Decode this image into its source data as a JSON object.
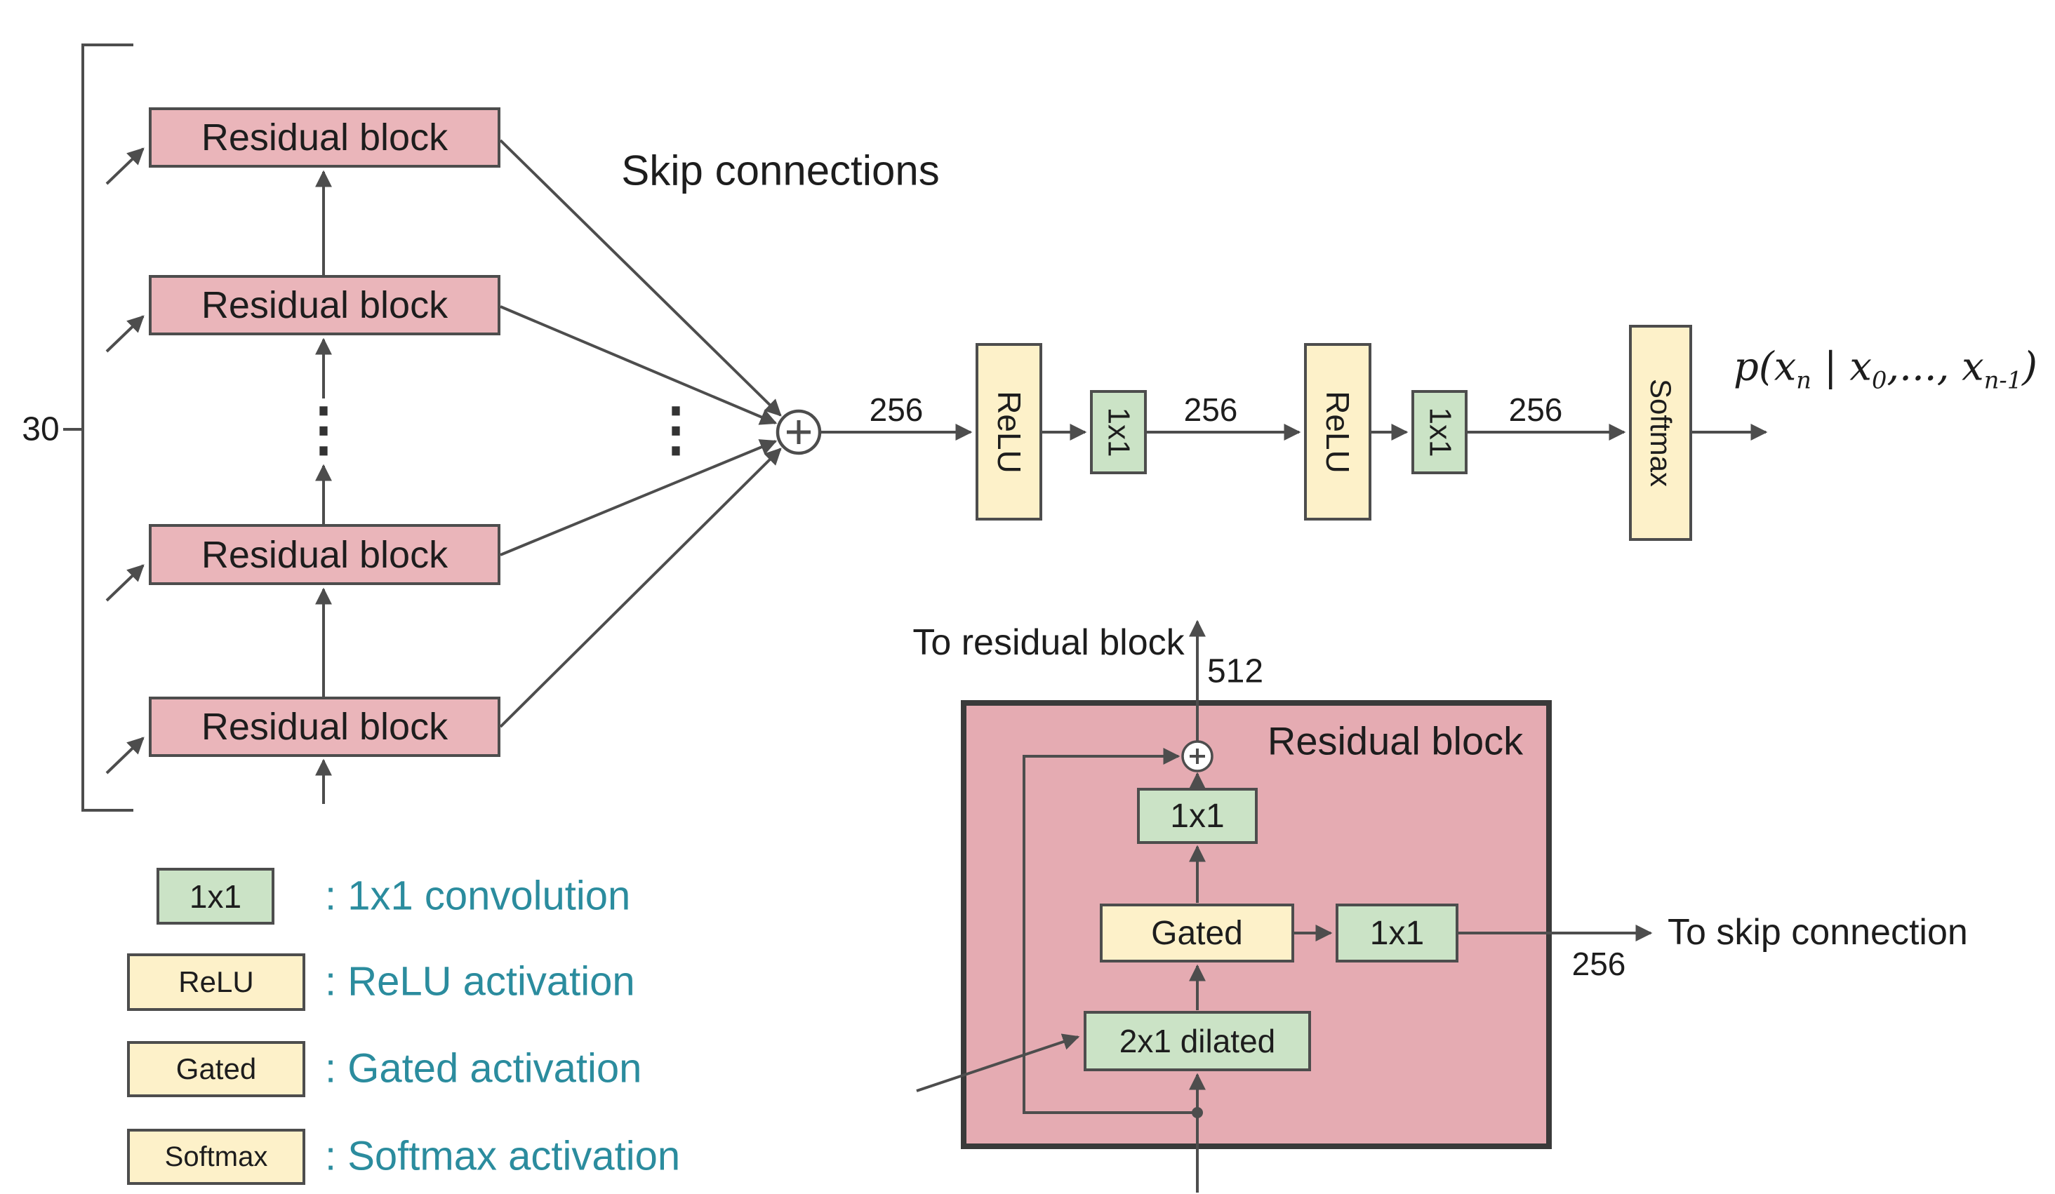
{
  "colors": {
    "pink": "#eab5ba",
    "pink_dark": "#e5abb2",
    "green": "#cbe3c6",
    "yellow": "#fdf1c9",
    "teal": "#2b8c9e",
    "line": "#4d4d4d"
  },
  "icons": {
    "sum": "+",
    "ellipsis": "⋮"
  },
  "left_stack": {
    "count": "30",
    "blocks": [
      {
        "label": "Residual block"
      },
      {
        "label": "Residual block"
      },
      {
        "label": "Residual block"
      },
      {
        "label": "Residual block"
      }
    ]
  },
  "skip_connections_label": "Skip connections",
  "chain": {
    "dim1": "256",
    "dim2": "256",
    "dim3": "256",
    "relu1": "ReLU",
    "conv1": "1x1",
    "relu2": "ReLU",
    "conv2": "1x1",
    "softmax": "Softmax"
  },
  "formula": {
    "p1": "p(x",
    "s1": "n",
    "p2": " | x",
    "s2": "0",
    "p3": ",..., x",
    "s3": "n-1",
    "p4": ")"
  },
  "detail": {
    "title": "Residual block",
    "to_residual": "To residual block",
    "dim_out": "512",
    "conv_top": "1x1",
    "gated": "Gated",
    "conv_skip": "1x1",
    "dim_skip": "256",
    "to_skip": "To skip connection",
    "dilated": "2x1 dilated"
  },
  "legend": {
    "items": [
      {
        "box": "1x1",
        "desc": ": 1x1 convolution"
      },
      {
        "box": "ReLU",
        "desc": ": ReLU activation"
      },
      {
        "box": "Gated",
        "desc": ": Gated activation"
      },
      {
        "box": "Softmax",
        "desc": ": Softmax activation"
      }
    ]
  }
}
